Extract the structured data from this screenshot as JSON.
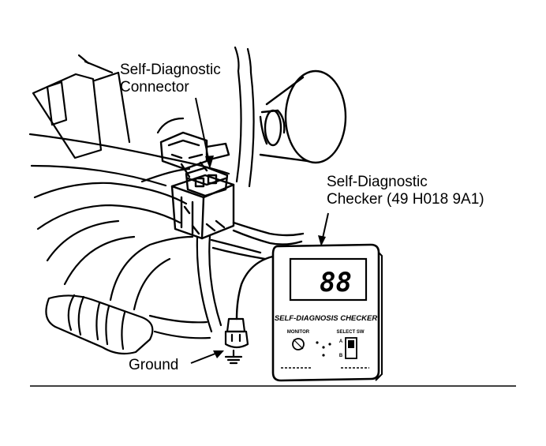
{
  "labels": {
    "connector_line1": "Self-Diagnostic",
    "connector_line2": "Connector",
    "checker_line1": "Self-Diagnostic",
    "checker_line2": "Checker (49 H018 9A1)",
    "ground": "Ground"
  },
  "checker_device": {
    "display": "88",
    "title": "SELF-DIAGNOSIS CHECKER",
    "monitor_label": "MONITOR",
    "select_sw_label": "SELECT SW",
    "switch_a": "A",
    "switch_b": "B"
  },
  "colors": {
    "ink": "#000000",
    "paper": "#ffffff"
  }
}
